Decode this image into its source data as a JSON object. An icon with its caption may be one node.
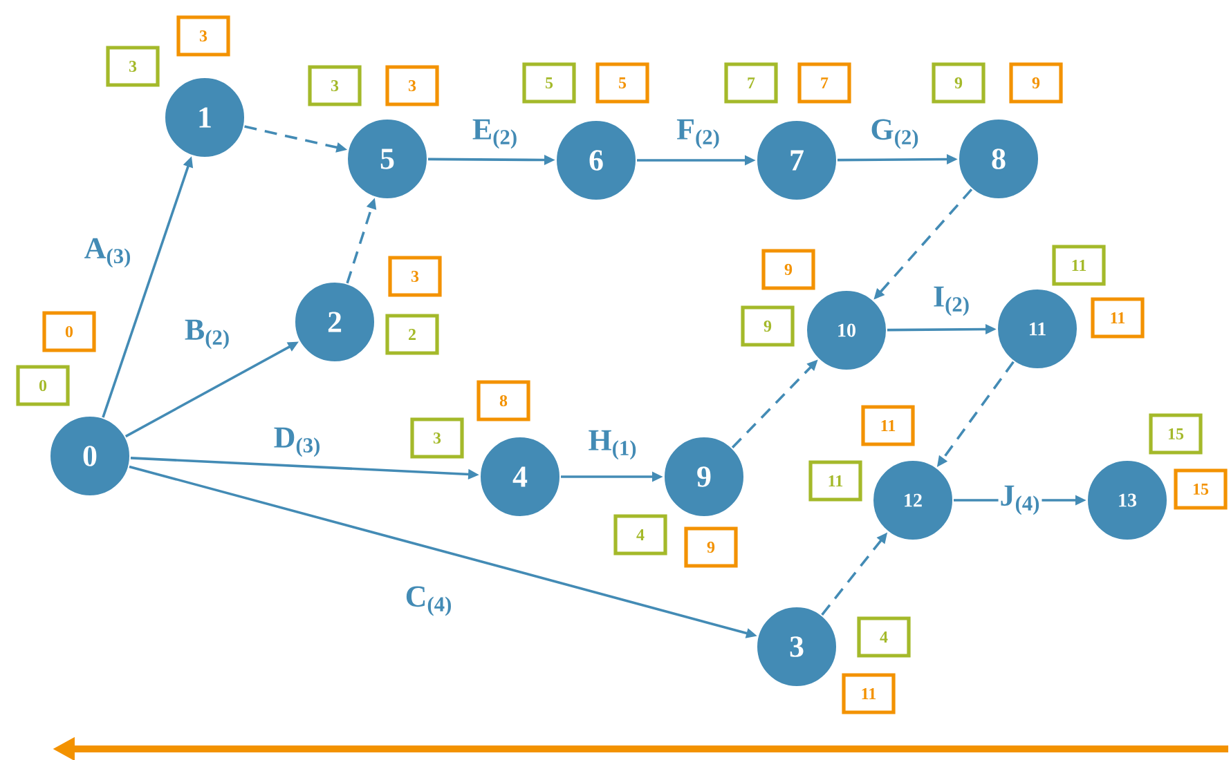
{
  "diagram": {
    "nodes": [
      {
        "text": [
          "0"
        ],
        "beside": [
          "0",
          "0"
        ]
      },
      {
        "text": [
          "1"
        ],
        "beside": [
          "3",
          "3"
        ]
      },
      {
        "text": [
          "2"
        ],
        "beside": [
          "2",
          "3"
        ]
      },
      {
        "text": [
          "3"
        ],
        "beside": [
          "4",
          "11"
        ]
      },
      {
        "text": [
          "4"
        ],
        "beside": [
          "3",
          "8"
        ]
      },
      {
        "text": [
          "5"
        ],
        "beside": [
          "3",
          "3"
        ]
      },
      {
        "text": [
          "6"
        ],
        "beside": [
          "5",
          "5"
        ]
      },
      {
        "text": [
          "7"
        ],
        "beside": [
          "7",
          "7"
        ]
      },
      {
        "text": [
          "8"
        ],
        "beside": [
          "9",
          "9"
        ]
      },
      {
        "text": [
          "9"
        ],
        "beside": [
          "4",
          "9"
        ]
      },
      {
        "text": [
          "10"
        ],
        "beside": [
          "9",
          "9"
        ]
      },
      {
        "text": [
          "11"
        ],
        "beside": [
          "11",
          "11"
        ]
      },
      {
        "text": [
          "12"
        ],
        "beside": [
          "11",
          "11"
        ]
      },
      {
        "text": [
          "13"
        ],
        "beside": [
          "15",
          "15"
        ]
      }
    ],
    "edges": [
      {
        "from": 0,
        "to": 1,
        "arrow": "to",
        "label": "A$_{(3)}$"
      },
      {
        "from": 0,
        "to": 2,
        "arrow": "to",
        "label": "B$_{(2)}$"
      },
      {
        "from": 0,
        "to": 4,
        "arrow": "to",
        "label": "D$_{(3)}$"
      },
      {
        "from": 0,
        "to": 3,
        "arrow": "to",
        "label": "C$_{(4)}$"
      },
      {
        "from": 1,
        "to": 5,
        "arrow": "to",
        "style": "dashed"
      },
      {
        "from": 2,
        "to": 5,
        "arrow": "to",
        "style": "dashed"
      },
      {
        "from": 5,
        "to": 6,
        "arrow": "to",
        "label": "E$_{(2)}$"
      },
      {
        "from": 6,
        "to": 7,
        "arrow": "to",
        "label": "F$_{(2)}$"
      },
      {
        "from": 7,
        "to": 8,
        "arrow": "to",
        "label": "G$_{(2)}$"
      },
      {
        "from": 8,
        "to": 10,
        "arrow": "to",
        "style": "dashed"
      },
      {
        "from": 4,
        "to": 9,
        "arrow": "to",
        "label": "H$_{(1)}$"
      },
      {
        "from": 9,
        "to": 10,
        "arrow": "to",
        "style": "dashed"
      },
      {
        "from": 10,
        "to": 11,
        "arrow": "to",
        "label": "I$_{(2)}$"
      },
      {
        "from": 11,
        "to": 12,
        "arrow": "to",
        "style": "dashed"
      },
      {
        "from": 3,
        "to": 12,
        "arrow": "to",
        "style": "dashed"
      },
      {
        "from": 12,
        "to": 13,
        "arrow": "to",
        "label": "J$_{(4)}$"
      }
    ]
  }
}
